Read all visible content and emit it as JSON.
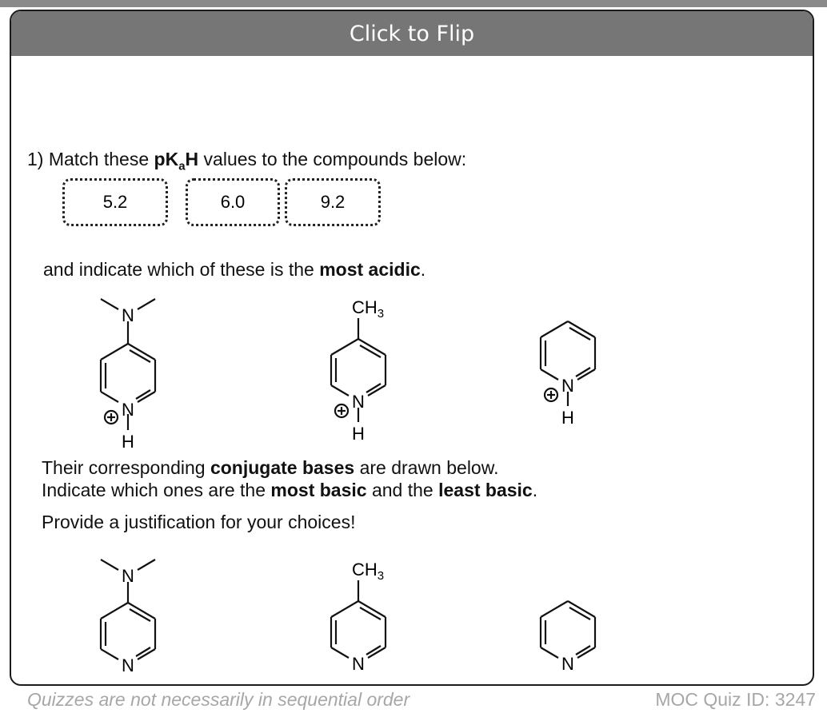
{
  "flip_bar": {
    "label": "Click to Flip"
  },
  "question": {
    "line1_prefix": "1) Match these ",
    "pkah_p": "pK",
    "pkah_sub": "a",
    "pkah_h": "H",
    "line1_suffix": " values to the compounds below:",
    "values": [
      "5.2",
      "6.0",
      "9.2"
    ],
    "line2_prefix": "and indicate which of these is the ",
    "line2_bold": "most acidic",
    "line2_suffix": ".",
    "conj_prefix": "Their corresponding ",
    "conj_bold": "conjugate bases",
    "conj_suffix": " are drawn below.",
    "basic_prefix": "Indicate which ones are the ",
    "basic_bold1": "most basic",
    "basic_mid": " and the ",
    "basic_bold2": "least basic",
    "basic_suffix": ".",
    "justify": "Provide a justification for your choices!"
  },
  "labels": {
    "n": "N",
    "h": "H",
    "ch3_c": "CH",
    "ch3_sub": "3",
    "plus": "+"
  },
  "footer": {
    "note": "Quizzes are not necessarily in sequential order",
    "quiz_id": "MOC Quiz ID: 3247"
  }
}
